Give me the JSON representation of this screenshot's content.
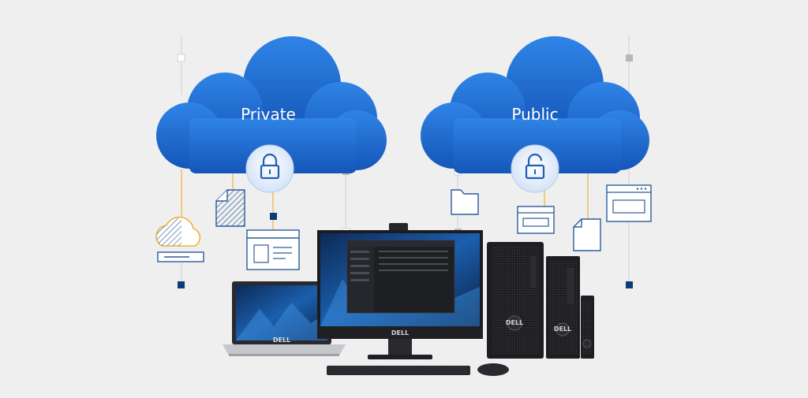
{
  "clouds": {
    "private": {
      "label": "Private",
      "lock": "closed-lock-icon"
    },
    "public": {
      "label": "Public",
      "lock": "open-lock-icon"
    }
  },
  "devices": {
    "brand": "DELL",
    "laptop_brand": "DELL"
  },
  "colors": {
    "cloud": "#1f6fd1",
    "cloud_dark": "#0f4fa8",
    "accent": "#f2b233",
    "navy": "#0b3d78",
    "background": "#efeff0",
    "line_outline": "#2a5d9a"
  },
  "icons": [
    "half-cloud-icon",
    "striped-document-icon",
    "browser-window-icon",
    "folder-icon",
    "small-browser-window-icon",
    "document-icon",
    "large-browser-window-icon"
  ]
}
